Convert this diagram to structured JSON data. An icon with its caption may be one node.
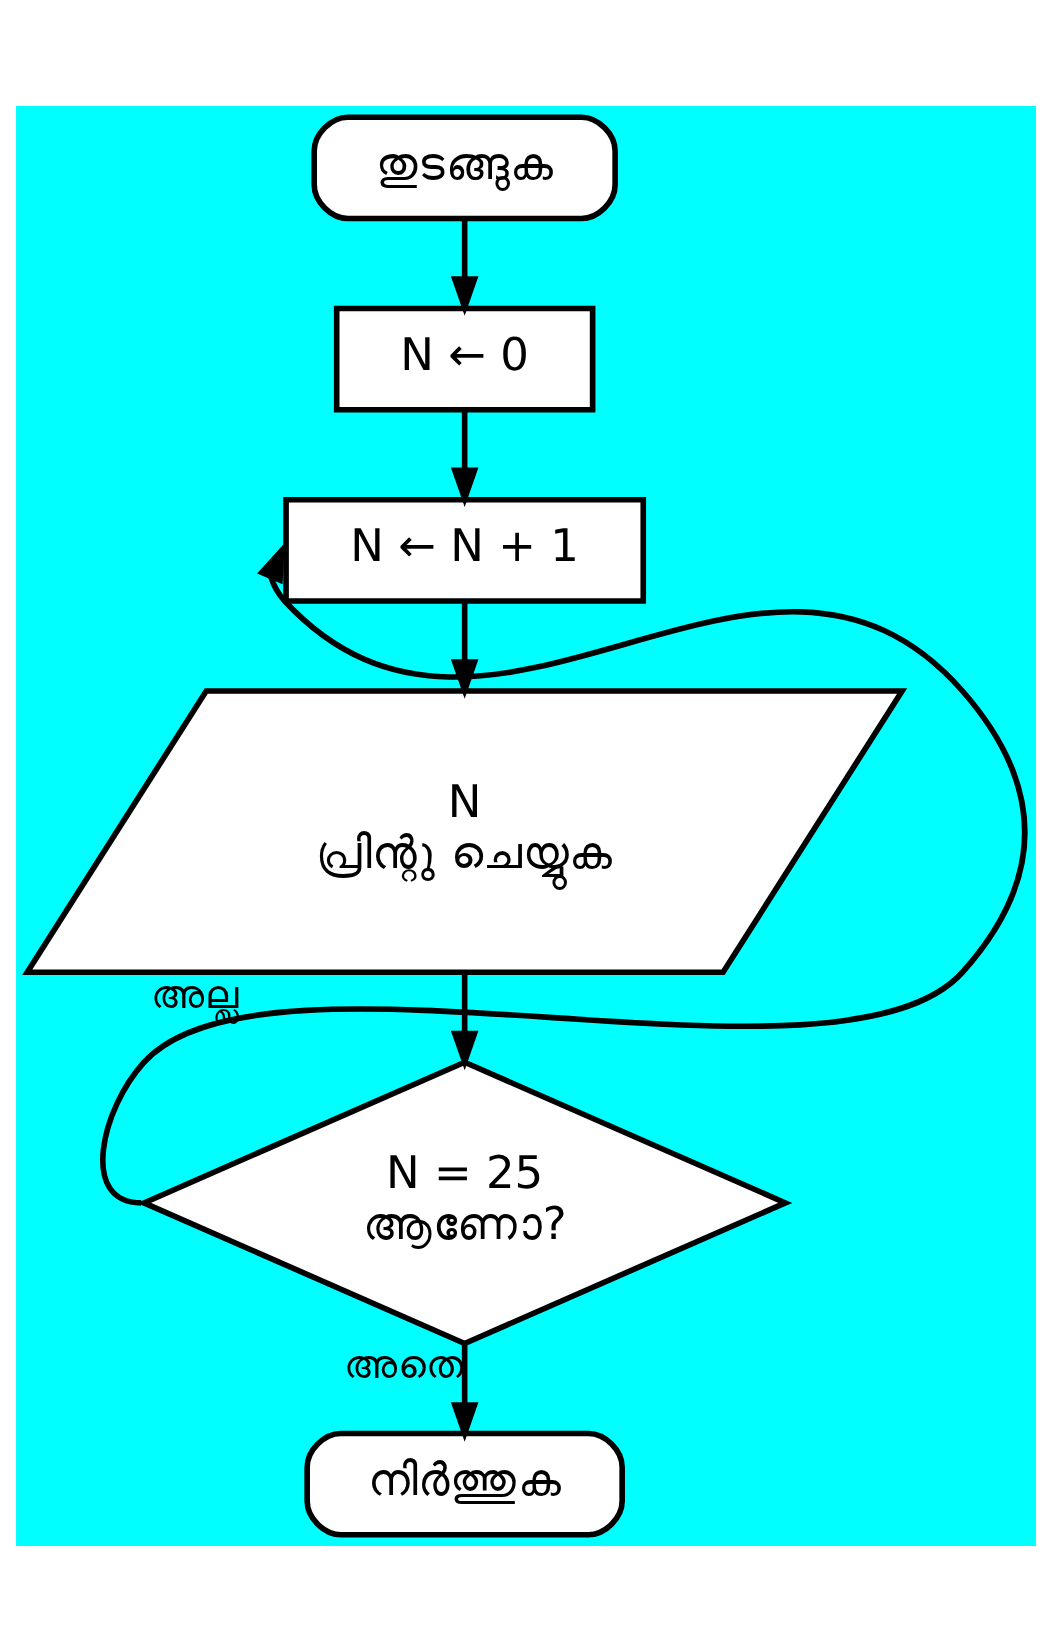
{
  "diagram": {
    "nodes": [
      {
        "text": [
          "തുടങ്ങുക"
        ]
      },
      {
        "text": [
          "N ← 0"
        ]
      },
      {
        "text": [
          "N ← N + 1"
        ]
      },
      {
        "text": [
          "N",
          "പ്രിന്റു ചെയ്യുക"
        ]
      },
      {
        "text": [
          "N = 25",
          "ആണോ?"
        ]
      },
      {
        "text": [
          "നിർത്തുക"
        ]
      }
    ],
    "edges": [
      {
        "from": 0,
        "to": 1,
        "arrow": "to"
      },
      {
        "from": 1,
        "to": 2,
        "arrow": "to"
      },
      {
        "from": 2,
        "to": 3,
        "arrow": "to"
      },
      {
        "from": 3,
        "to": 4,
        "arrow": "to"
      },
      {
        "from": 4,
        "to": 2,
        "arrow": "to",
        "label": "അല്ല"
      },
      {
        "from": 4,
        "to": 5,
        "arrow": "to",
        "label": "അതെ"
      }
    ]
  }
}
